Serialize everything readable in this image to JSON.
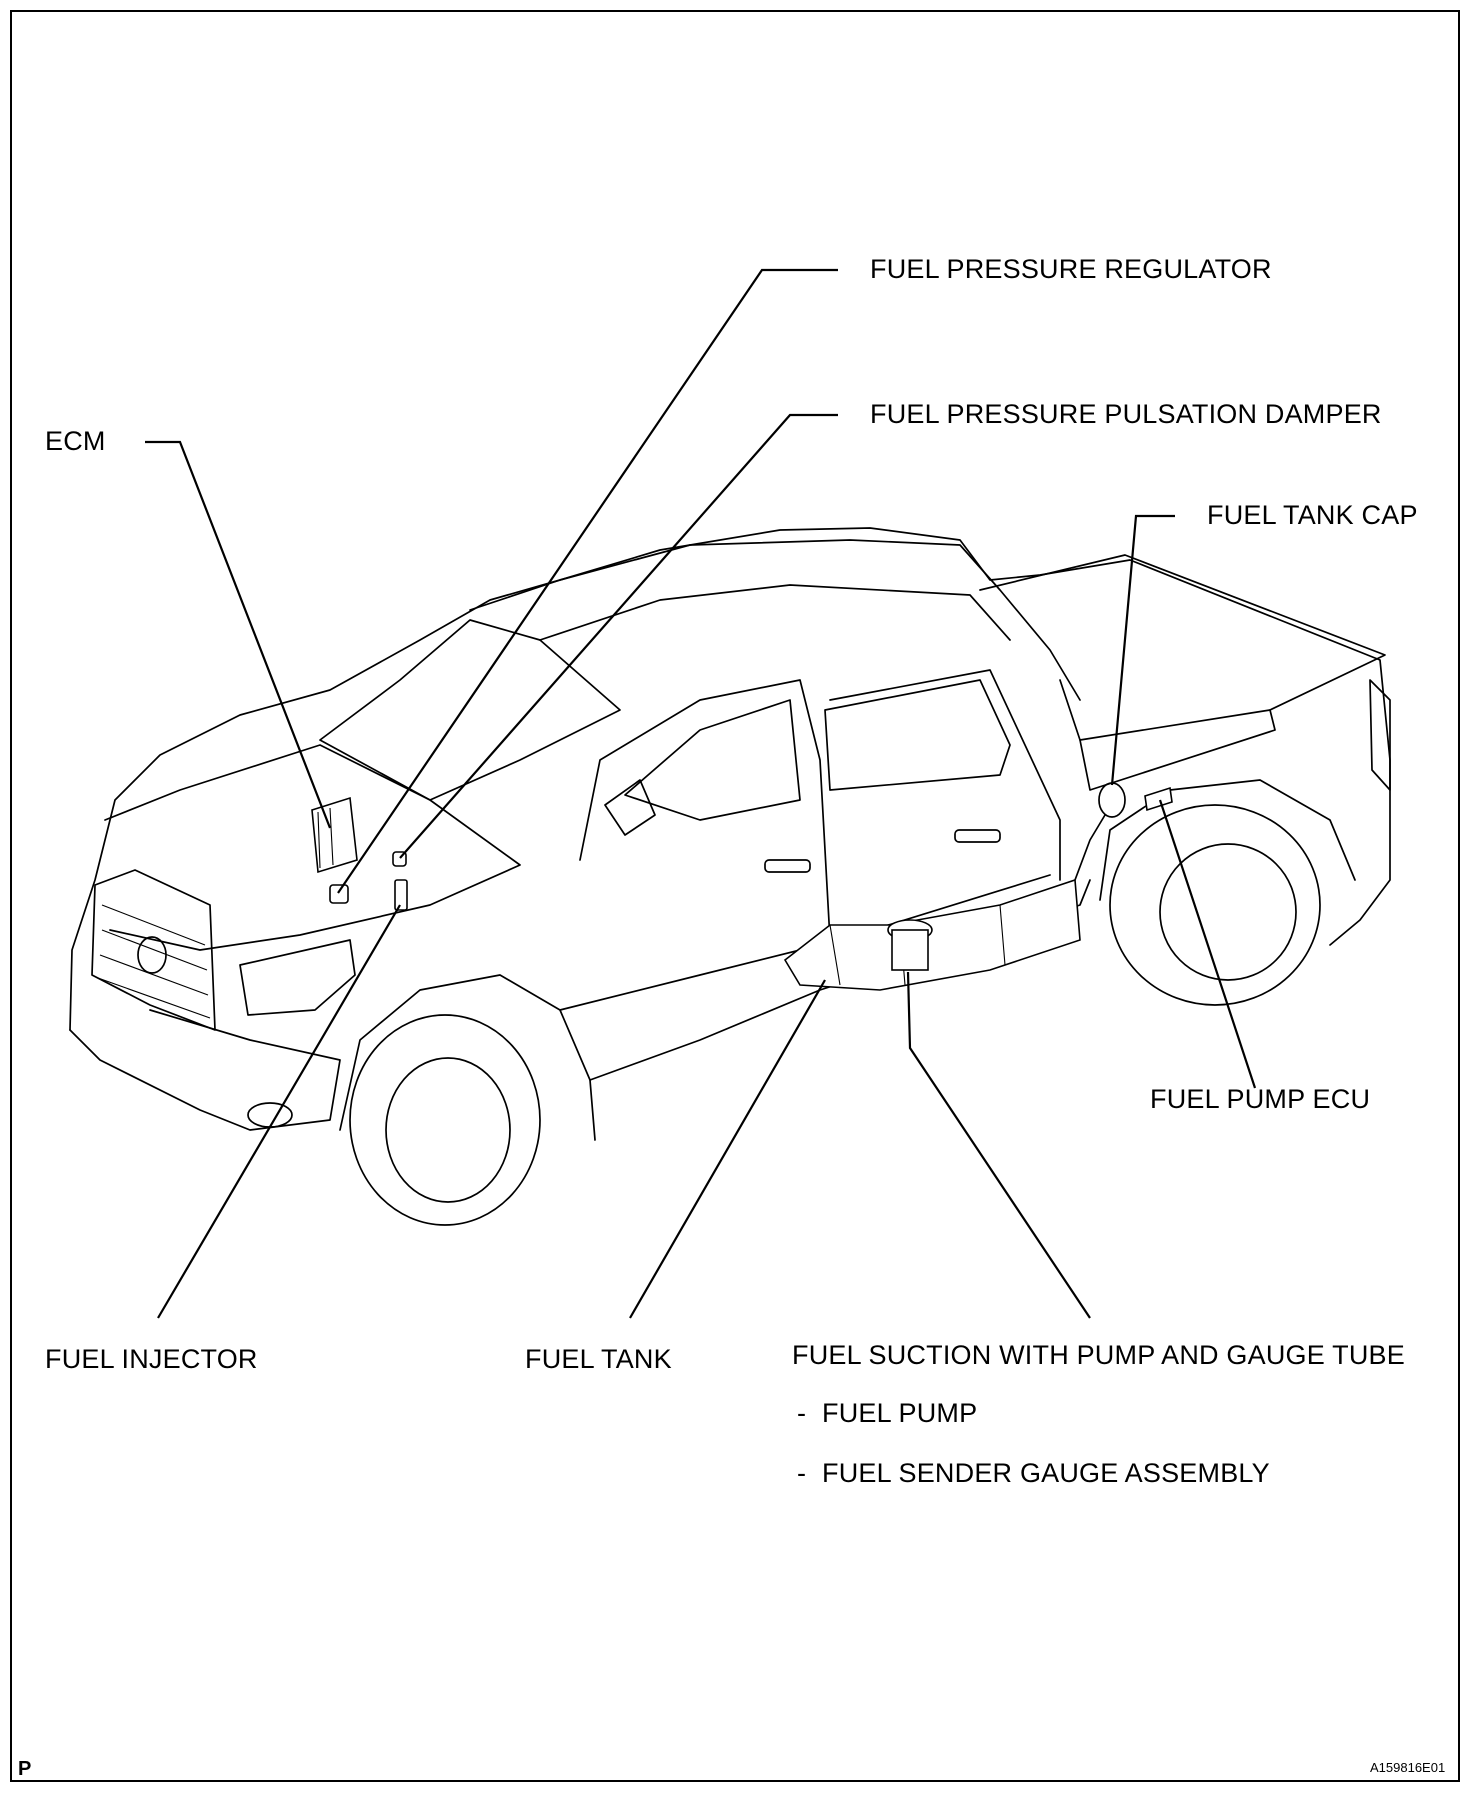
{
  "labels": {
    "fuel_pressure_regulator": "FUEL PRESSURE REGULATOR",
    "fuel_pressure_pulsation_damper": "FUEL PRESSURE PULSATION DAMPER",
    "ecm": "ECM",
    "fuel_tank_cap": "FUEL TANK CAP",
    "fuel_pump_ecu": "FUEL PUMP ECU",
    "fuel_injector": "FUEL INJECTOR",
    "fuel_tank": "FUEL TANK",
    "fuel_suction": "FUEL SUCTION WITH PUMP AND GAUGE TUBE",
    "fuel_pump": "FUEL PUMP",
    "fuel_sender_gauge": "FUEL SENDER GAUGE ASSEMBLY",
    "sub_item_dash": "-"
  },
  "footer": {
    "section_letter": "P",
    "figure_code": "A159816E01"
  },
  "colors": {
    "ink": "#000000",
    "paper": "#ffffff"
  }
}
